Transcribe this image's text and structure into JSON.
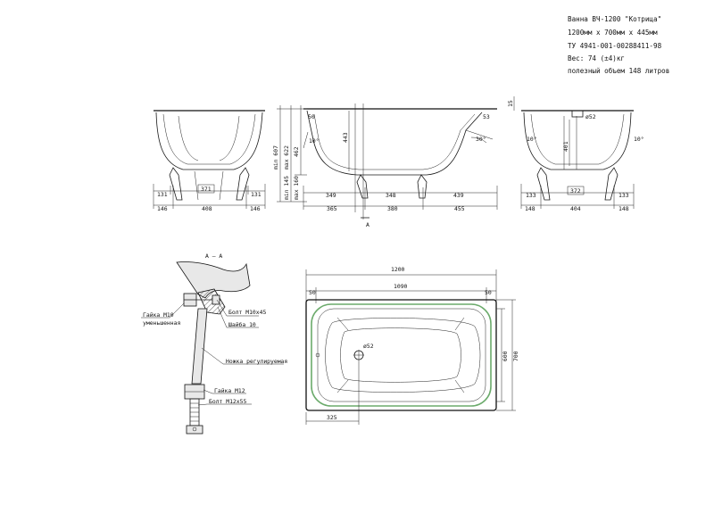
{
  "spec": {
    "title": "Ванна ВЧ-1200 \"Котрица\"",
    "size": "1200мм x 700мм x 445мм",
    "tu": "ТУ 4941-001-00288411-98",
    "weight": "Вес: 74 (±4)кг",
    "volume": "полезный объем 148 литров"
  },
  "front_view": {
    "dim_top": [
      "131",
      "371",
      "131"
    ],
    "dim_bottom": [
      "146",
      "408",
      "146"
    ]
  },
  "side_view": {
    "left_labels": [
      "min 607",
      "max 622",
      "462"
    ],
    "left_small": [
      "min 145",
      "max 160"
    ],
    "depth": "443",
    "top_left": "50",
    "top_right": "53",
    "angle_left": "10°",
    "angle_right": "30°",
    "dim_top": [
      "349",
      "348",
      "439"
    ],
    "dim_bottom": [
      "365",
      "380",
      "455"
    ],
    "section_mark": "А"
  },
  "end_view": {
    "rim": "15",
    "drain": "ø52",
    "depth": "401",
    "angle_left": "10°",
    "angle_right": "10°",
    "dim_top": [
      "133",
      "372",
      "133"
    ],
    "dim_bottom": [
      "148",
      "404",
      "148"
    ]
  },
  "detail": {
    "title": "А – А",
    "labels": {
      "nut_m10": "Гайка М10",
      "nut_m10_sub": "уменьшенная",
      "bolt_m10": "Болт М10х45",
      "washer": "Шайба 10",
      "leg": "Ножка регулируемая",
      "nut_m12": "Гайка М12",
      "bolt_m12": "Болт М12х55"
    }
  },
  "plan_view": {
    "length": "1200",
    "inner": "1090",
    "rim_left": "50",
    "rim_right": "50",
    "drain": "ø52",
    "height_inner": "600",
    "height_outer": "700",
    "drain_offset": "325"
  },
  "colors": {
    "line": "#1a1a1a",
    "highlight": "#6cab6c"
  }
}
